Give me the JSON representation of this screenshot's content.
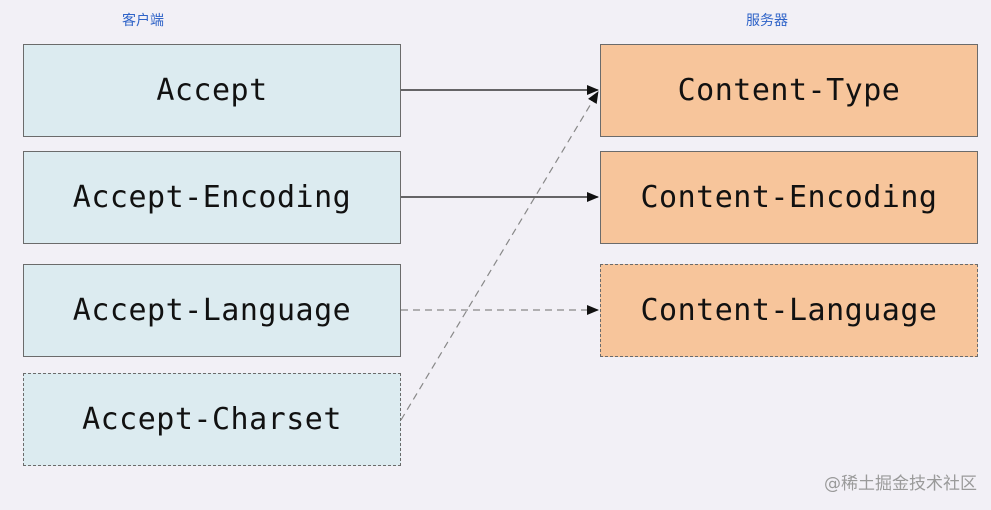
{
  "headers": {
    "client": "客户端",
    "server": "服务器"
  },
  "client_fields": [
    {
      "label": "Accept",
      "border": "solid"
    },
    {
      "label": "Accept-Encoding",
      "border": "solid"
    },
    {
      "label": "Accept-Language",
      "border": "solid"
    },
    {
      "label": "Accept-Charset",
      "border": "dashed"
    }
  ],
  "server_fields": [
    {
      "label": "Content-Type",
      "border": "solid"
    },
    {
      "label": "Content-Encoding",
      "border": "solid"
    },
    {
      "label": "Content-Language",
      "border": "dashed"
    }
  ],
  "connections": [
    {
      "from": "Accept",
      "to": "Content-Type",
      "style": "solid"
    },
    {
      "from": "Accept-Encoding",
      "to": "Content-Encoding",
      "style": "solid"
    },
    {
      "from": "Accept-Language",
      "to": "Content-Language",
      "style": "dashed"
    },
    {
      "from": "Accept-Charset",
      "to": "Content-Type",
      "style": "dashed"
    }
  ],
  "colors": {
    "background": "#f2f0f6",
    "client_fill": "#dcebf0",
    "server_fill": "#f7c59b",
    "header_text": "#2f63c8",
    "border": "#6b6b6b"
  },
  "watermark": "@稀土掘金技术社区"
}
